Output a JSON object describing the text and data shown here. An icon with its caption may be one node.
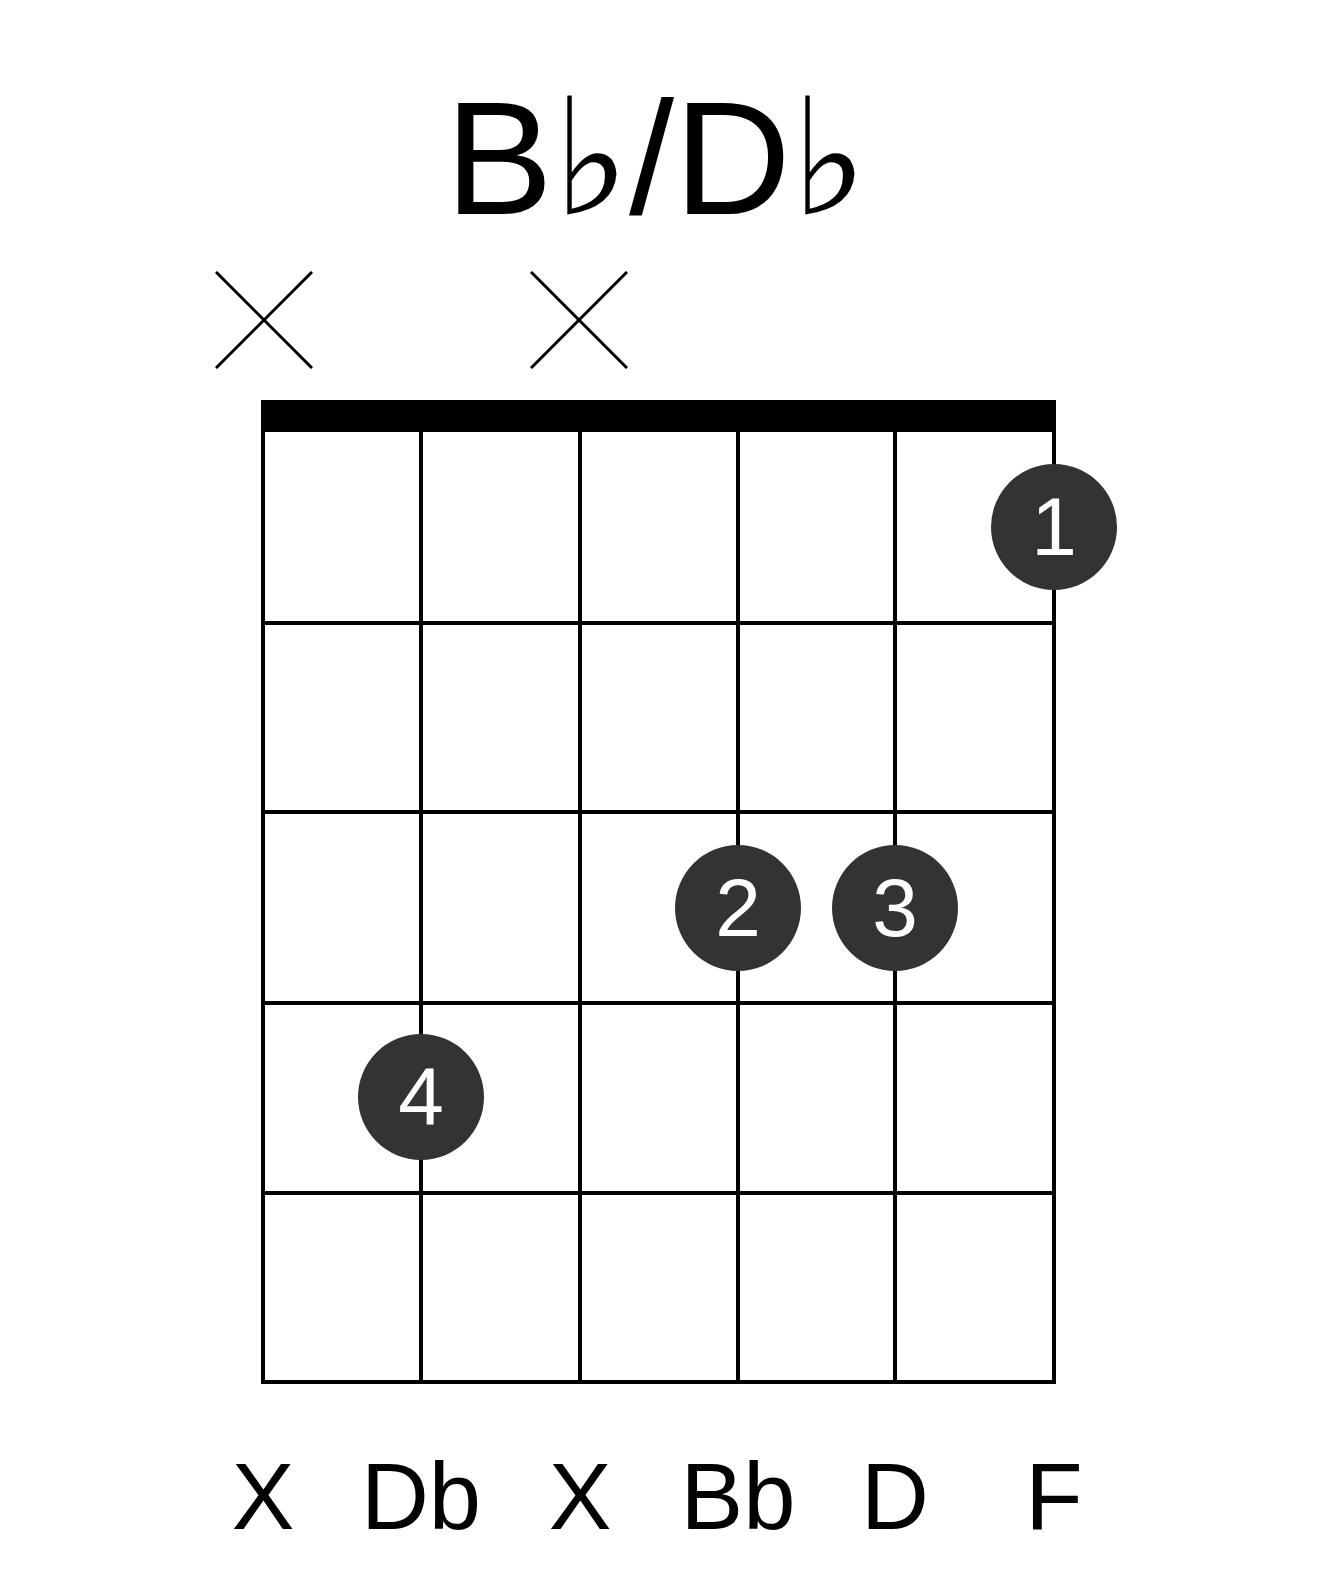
{
  "diagram": {
    "title": "B♭/D♭",
    "nodes": [
      {
        "text": [
          "1"
        ]
      },
      {
        "text": [
          "2"
        ]
      },
      {
        "text": [
          "3"
        ]
      },
      {
        "text": [
          "4"
        ]
      }
    ],
    "labels": [
      "X",
      "Db",
      "X",
      "Bb",
      "D",
      "F"
    ]
  }
}
